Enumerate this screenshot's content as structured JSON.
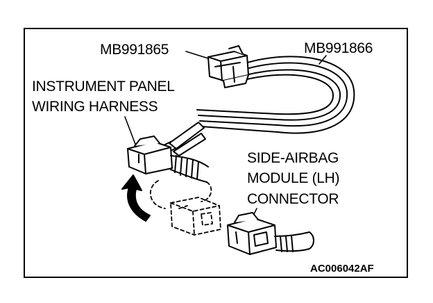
{
  "labels": {
    "tool_a": "MB991865",
    "tool_b": "MB991866",
    "harness_line1": "INSTRUMENT PANEL",
    "harness_line2": "WIRING HARNESS",
    "module_line1": "SIDE-AIRBAG",
    "module_line2": "MODULE (LH)",
    "module_line3": "CONNECTOR"
  },
  "figure_code": "AC006042AF",
  "colors": {
    "line": "#000000",
    "background": "#ffffff"
  },
  "icons": {
    "direction_arrow": "curved-up-arrow-icon"
  }
}
